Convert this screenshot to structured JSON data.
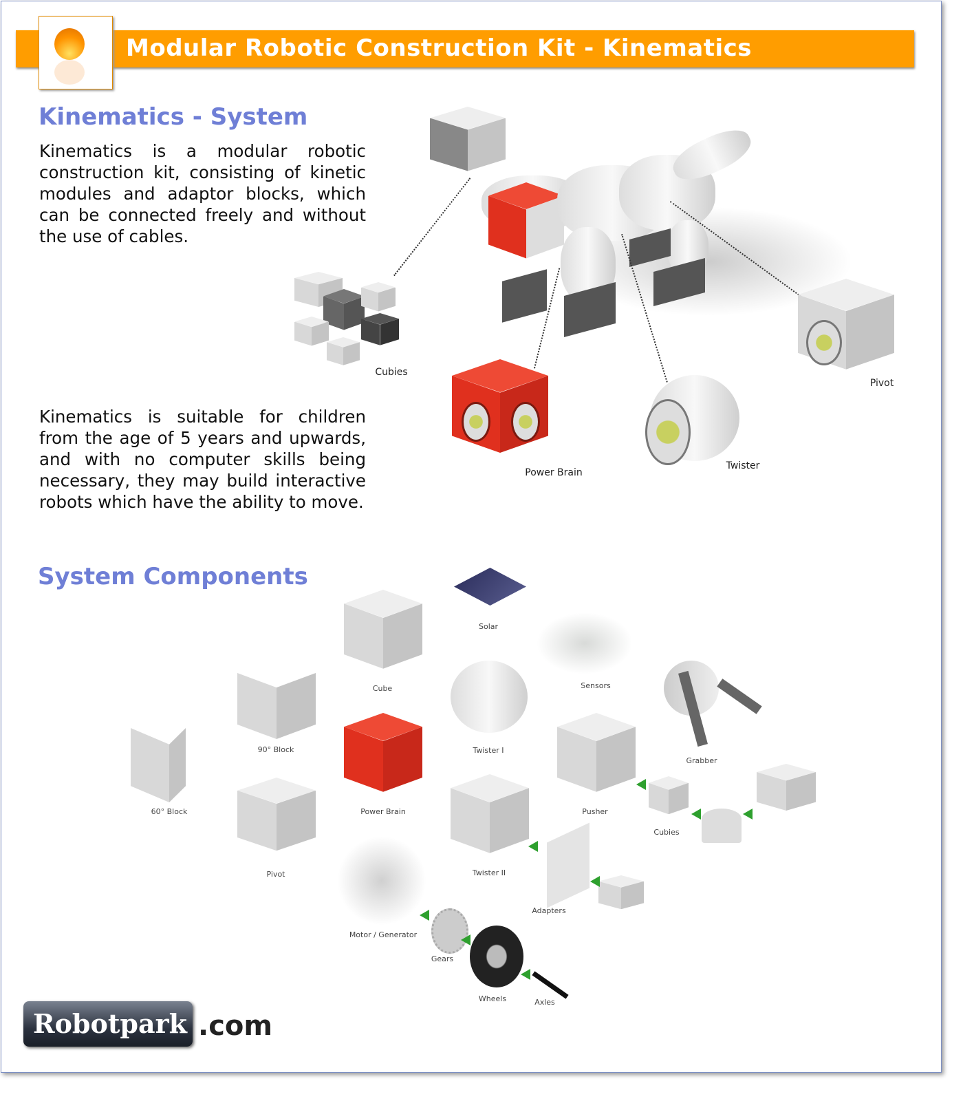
{
  "header": {
    "title": "Modular Robotic Construction Kit - Kinematics"
  },
  "section1": {
    "heading": "Kinematics - System",
    "para1": "Kinematics is a modular robotic construction kit, consisting of kinetic modules and adaptor blocks, which can be connected freely and without the use of cables.",
    "para2": "Kinematics is suitable for children from the age of 5 years and upwards, and with no computer skills being necessary, they may build interactive robots which have the ability to move.",
    "labels": {
      "cubies": "Cubies",
      "power_brain": "Power Brain",
      "twister": "Twister",
      "pivot": "Pivot"
    }
  },
  "section2": {
    "heading": "System Components",
    "labels": {
      "solar": "Solar",
      "cube": "Cube",
      "sensors": "Sensors",
      "block90": "90° Block",
      "twister1": "Twister I",
      "grabber": "Grabber",
      "block60": "60° Block",
      "power_brain": "Power Brain",
      "pusher": "Pusher",
      "cubies": "Cubies",
      "pivot": "Pivot",
      "twister2": "Twister II",
      "adapters": "Adapters",
      "motor": "Motor / Generator",
      "gears": "Gears",
      "wheels": "Wheels",
      "axles": "Axles"
    }
  },
  "footer": {
    "logo_text": "Robotpark",
    ".com": ".com",
    "domain_suffix": ".com"
  },
  "colors": {
    "banner": "#ff9d00",
    "heading": "#6f7fd6",
    "brain_red": "#e0301e"
  }
}
